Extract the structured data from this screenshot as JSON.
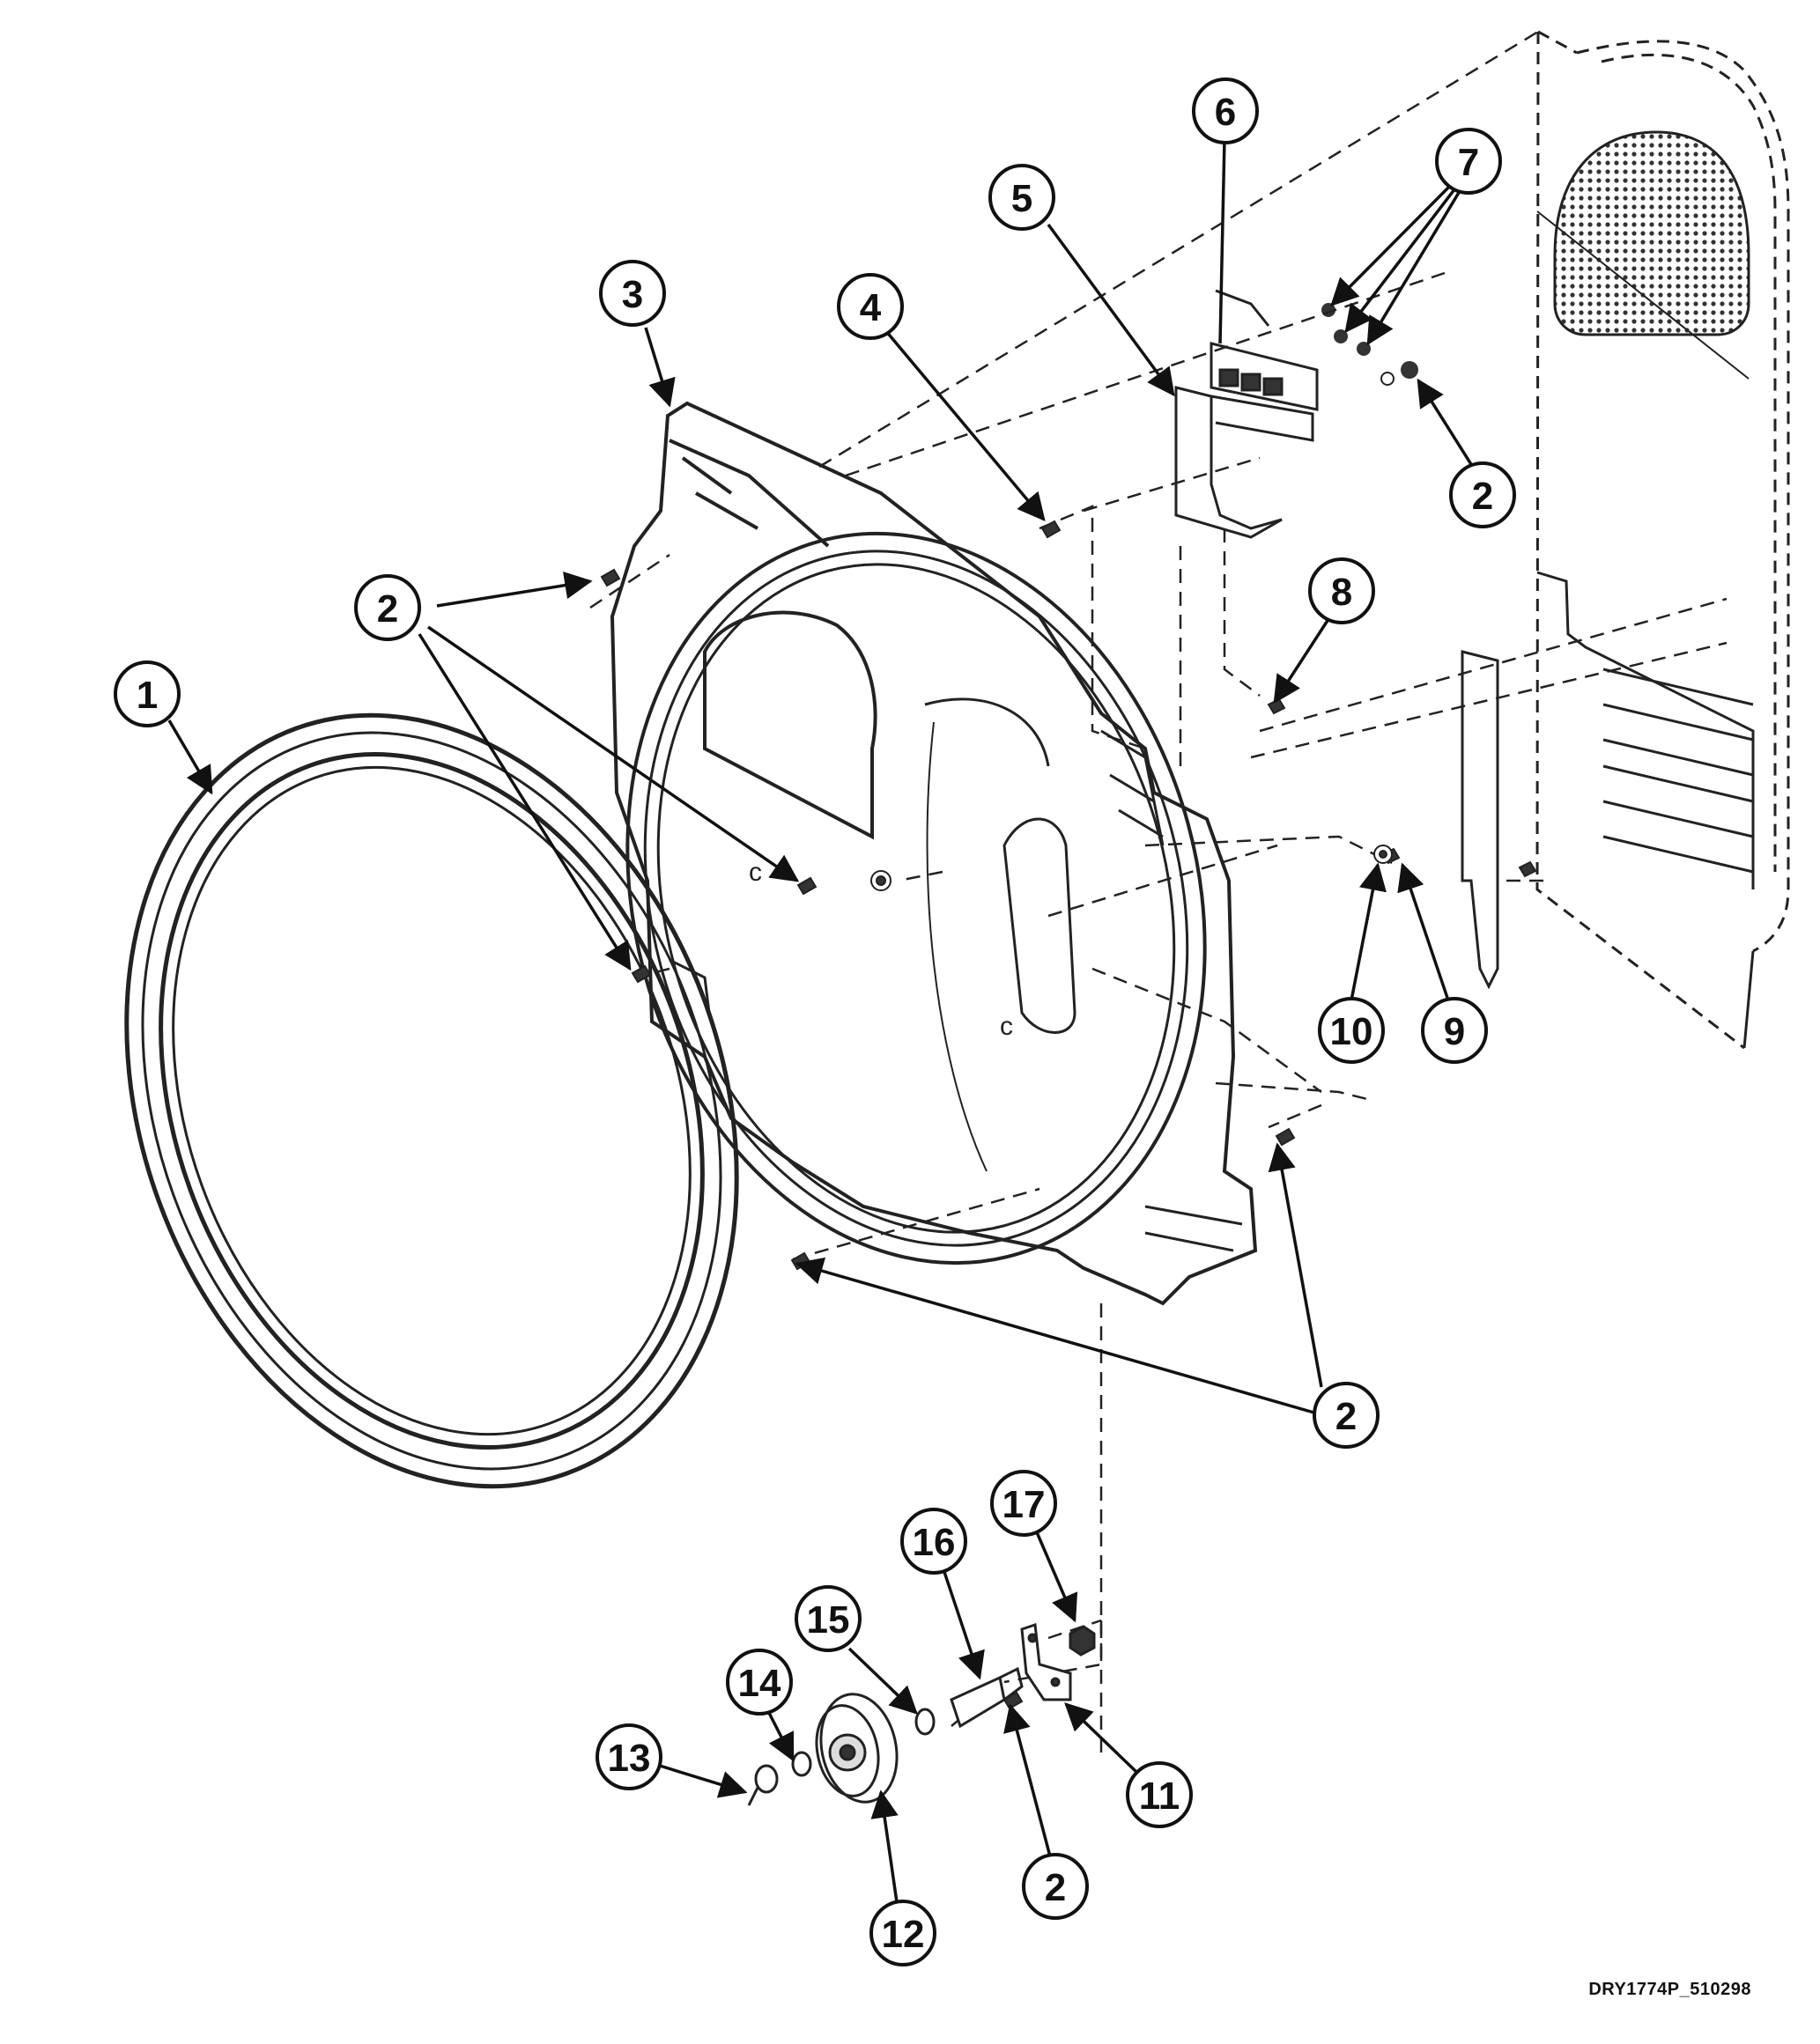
{
  "diagram": {
    "reference_code": "DRY1774P_510298",
    "callouts": [
      {
        "id": "c1",
        "label": "1"
      },
      {
        "id": "c2a",
        "label": "2"
      },
      {
        "id": "c2b",
        "label": "2"
      },
      {
        "id": "c2c",
        "label": "2"
      },
      {
        "id": "c2d",
        "label": "2"
      },
      {
        "id": "c2e",
        "label": "2"
      },
      {
        "id": "c3",
        "label": "3"
      },
      {
        "id": "c4",
        "label": "4"
      },
      {
        "id": "c5",
        "label": "5"
      },
      {
        "id": "c6",
        "label": "6"
      },
      {
        "id": "c7",
        "label": "7"
      },
      {
        "id": "c8",
        "label": "8"
      },
      {
        "id": "c9",
        "label": "9"
      },
      {
        "id": "c10",
        "label": "10"
      },
      {
        "id": "c11",
        "label": "11"
      },
      {
        "id": "c12",
        "label": "12"
      },
      {
        "id": "c13",
        "label": "13"
      },
      {
        "id": "c14",
        "label": "14"
      },
      {
        "id": "c15",
        "label": "15"
      },
      {
        "id": "c16",
        "label": "16"
      },
      {
        "id": "c17",
        "label": "17"
      }
    ]
  }
}
